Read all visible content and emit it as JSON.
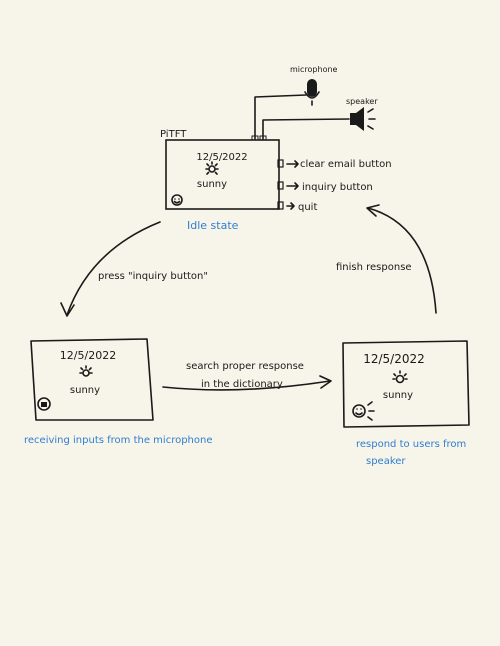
{
  "top_device": {
    "label": "PiTFT",
    "date": "12/5/2022",
    "weather": "sunny",
    "buttons": [
      "clear email button",
      "inquiry button",
      "quit"
    ],
    "state_label": "Idle state"
  },
  "microphone": {
    "label": "microphone"
  },
  "speaker": {
    "label": "speaker"
  },
  "left_device": {
    "date": "12/5/2022",
    "weather": "sunny",
    "caption": "receiving inputs from the microphone"
  },
  "right_device": {
    "date": "12/5/2022",
    "weather": "sunny",
    "caption_line1": "respond to users from",
    "caption_line2": "speaker"
  },
  "transitions": {
    "press_inquiry": "press \"inquiry button\"",
    "search_line1": "search proper response",
    "search_line2": "in the dictionary",
    "finish": "finish response"
  },
  "colors": {
    "background": "#f7f4e9",
    "ink": "#1a1a1a",
    "caption_blue": "#2f7ed1"
  }
}
